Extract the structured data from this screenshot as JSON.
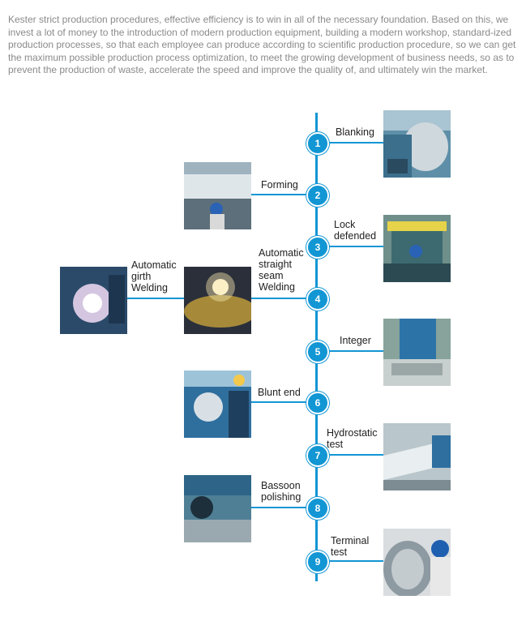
{
  "intro": "Kester strict production procedures, effective efficiency is to win in all of the necessary foundation. Based on this, we invest a lot of money to the introduction of modern production equipment, building a modern workshop, standard-ized production processes, so that each employee can produce according to scientific production procedure, so we can get the maximum possible production process optimization, to meet the growing development of business needs, so as to prevent the production of waste, accelerate the speed and improve the quality of, and ultimately win the market.",
  "accent_color": "#1296d4",
  "steps": [
    {
      "number": "1",
      "label": "Blanking"
    },
    {
      "number": "2",
      "label": "Forming"
    },
    {
      "number": "3",
      "label": "Lock\ndefended"
    },
    {
      "number": "4",
      "label": "Automatic\nstraight\nseam\nWelding"
    },
    {
      "number": "5",
      "label": "Integer"
    },
    {
      "number": "6",
      "label": "Blunt end"
    },
    {
      "number": "7",
      "label": "Hydrostatic\ntest"
    },
    {
      "number": "8",
      "label": "Bassoon\npolishing"
    },
    {
      "number": "9",
      "label": "Terminal\ntest"
    }
  ],
  "extra_step": {
    "label": "Automatic\ngirth\nWelding"
  }
}
